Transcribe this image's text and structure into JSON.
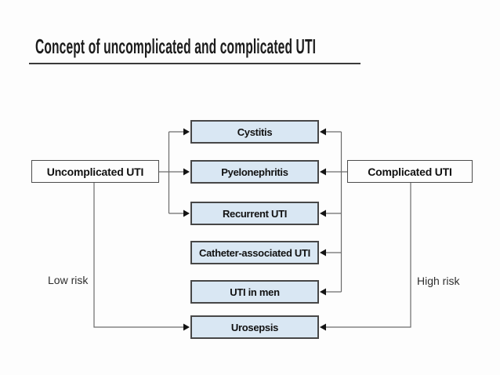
{
  "title": "Concept of uncomplicated and complicated UTI",
  "diagram": {
    "left_box": {
      "label": "Uncomplicated UTI",
      "risk_label": "Low risk"
    },
    "right_box": {
      "label": "Complicated UTI",
      "risk_label": "High risk"
    },
    "center_boxes": [
      {
        "label": "Cystitis",
        "arrows_from": [
          "Uncomplicated UTI",
          "Complicated UTI"
        ]
      },
      {
        "label": "Pyelonephritis",
        "arrows_from": [
          "Uncomplicated UTI",
          "Complicated UTI"
        ]
      },
      {
        "label": "Recurrent UTI",
        "arrows_from": [
          "Uncomplicated UTI",
          "Complicated UTI"
        ]
      },
      {
        "label": "Catheter-associated UTI",
        "arrows_from": [
          "Complicated UTI"
        ]
      },
      {
        "label": "UTI in men",
        "arrows_from": [
          "Complicated UTI"
        ]
      },
      {
        "label": "Urosepsis",
        "arrows_from": [
          "Uncomplicated UTI",
          "Complicated UTI"
        ]
      }
    ],
    "colors": {
      "box_fill": "#d9e7f3",
      "box_border": "#474747",
      "line": "#6b6b6b",
      "background": "#fdfdfd",
      "text": "#111111"
    }
  }
}
